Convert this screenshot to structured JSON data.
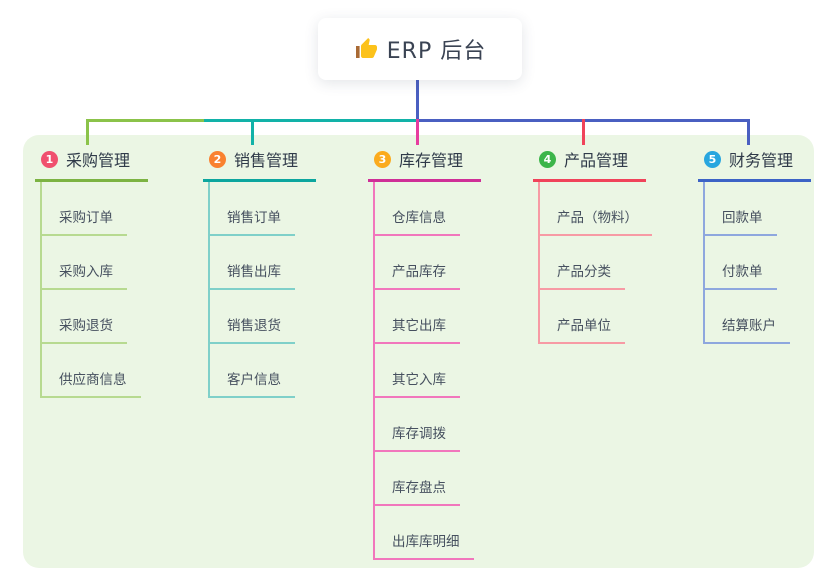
{
  "root": {
    "label": "ERP 后台",
    "icon": "thumbs-up-icon"
  },
  "canvas": {
    "background_color": "#ebf6e4"
  },
  "connector": {
    "stem_color": "#4a5fc1"
  },
  "branches": [
    {
      "badge": "1",
      "label": "采购管理",
      "badge_color": "#f0506e",
      "underline_color": "#7cb342",
      "connector_color": "#8bc34a",
      "child_line_color": "#b7da90",
      "children": [
        "采购订单",
        "采购入库",
        "采购退货",
        "供应商信息"
      ]
    },
    {
      "badge": "2",
      "label": "销售管理",
      "badge_color": "#f9812f",
      "underline_color": "#0ca69e",
      "connector_color": "#12b2a8",
      "child_line_color": "#7fd0c9",
      "children": [
        "销售订单",
        "销售出库",
        "销售退货",
        "客户信息"
      ]
    },
    {
      "badge": "3",
      "label": "库存管理",
      "badge_color": "#fbab1d",
      "underline_color": "#cf2f97",
      "connector_color": "#e73c9f",
      "child_line_color": "#f176bc",
      "children": [
        "仓库信息",
        "产品库存",
        "其它出库",
        "其它入库",
        "库存调拨",
        "库存盘点",
        "出库库明细"
      ]
    },
    {
      "badge": "4",
      "label": "产品管理",
      "badge_color": "#3cb54a",
      "underline_color": "#f0435a",
      "connector_color": "#f0435a",
      "child_line_color": "#f79aa4",
      "children": [
        "产品（物料）",
        "产品分类",
        "产品单位"
      ]
    },
    {
      "badge": "5",
      "label": "财务管理",
      "badge_color": "#28a6df",
      "underline_color": "#3c63c6",
      "connector_color": "#4a5fc1",
      "child_line_color": "#8ea7de",
      "children": [
        "回款单",
        "付款单",
        "结算账户"
      ]
    }
  ]
}
